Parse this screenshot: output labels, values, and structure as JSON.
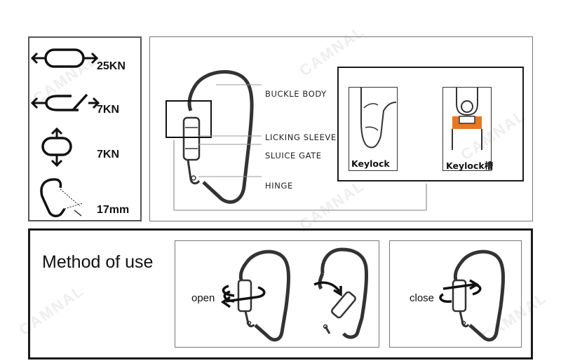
{
  "watermark": "CAMNAL",
  "strength": {
    "items": [
      {
        "value": "25KN",
        "icon": "major-axis-load-icon"
      },
      {
        "value": "7KN",
        "icon": "open-gate-load-icon"
      },
      {
        "value": "7KN",
        "icon": "minor-axis-load-icon"
      },
      {
        "value": "17mm",
        "icon": "gate-opening-icon"
      }
    ]
  },
  "anatomy": {
    "labels": {
      "buckle_body": "BUCKLE BODY",
      "locking_sleeve": "LICKING SLEEVE",
      "sluice_gate": "SLUICE GATE",
      "hinge": "HINGE"
    },
    "keylock_caption": "Keylock",
    "keylock_slot_caption": "Keylock槽",
    "accent_color": "#e87722"
  },
  "method": {
    "title": "Method of use",
    "open_label": "open",
    "close_label": "close"
  }
}
